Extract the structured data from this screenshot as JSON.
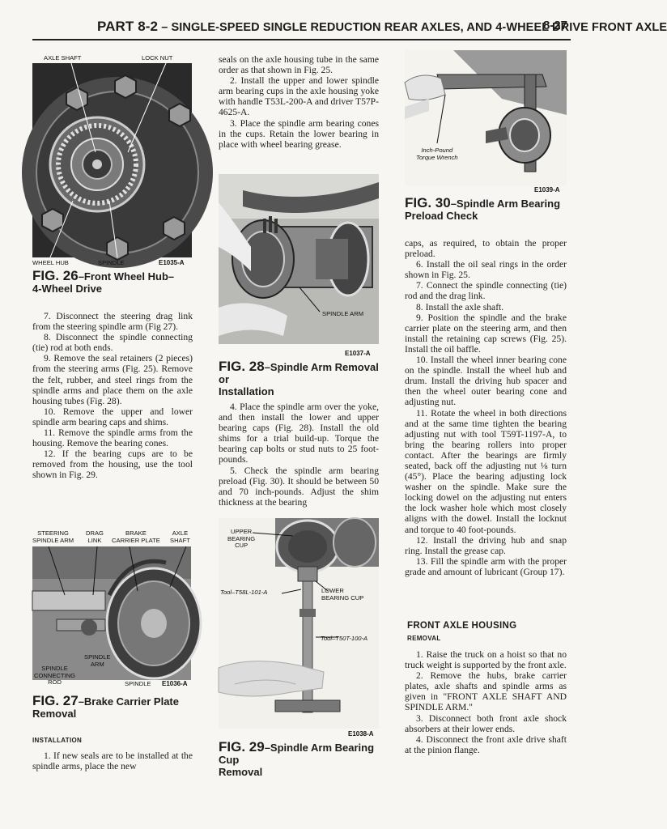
{
  "header": {
    "title_part": "PART 8-2",
    "title_rest": " – SINGLE-SPEED SINGLE REDUCTION REAR AXLES, AND 4-WHEEL DRIVE FRONT AXLE",
    "page_number": "8-27"
  },
  "fig26": {
    "label_axle_shaft": "AXLE SHAFT",
    "label_lock_nut": "LOCK NUT",
    "label_wheel_hub": "WHEEL HUB",
    "label_spindle": "SPINDLE",
    "code": "E1035-A",
    "caption_fig": "FIG. 26",
    "caption_line1": "–Front Wheel Hub–",
    "caption_line2": "4-Wheel Drive"
  },
  "col1": {
    "p7": "7. Disconnect the steering drag link from the steering spindle arm (Fig 27).",
    "p8": "8. Disconnect the spindle connecting (tie) rod at both ends.",
    "p9": "9. Remove the seal retainers (2 pieces) from the steering arms (Fig. 25). Remove the felt, rubber, and steel rings from the spindle arms and place them on the axle housing tubes (Fig. 28).",
    "p10": "10. Remove the upper and lower spindle arm bearing caps and shims.",
    "p11": "11. Remove the spindle arms from the housing. Remove the bearing cones.",
    "p12": "12. If the bearing cups are to be removed from the housing, use the tool shown in Fig. 29."
  },
  "fig27": {
    "label_steering_arm": "STEERING\nSPINDLE ARM",
    "label_drag_link": "DRAG\nLINK",
    "label_brake_plate": "BRAKE\nCARRIER PLATE",
    "label_axle_shaft": "AXLE\nSHAFT",
    "label_spindle_arm": "SPINDLE\nARM",
    "label_spindle_conn": "SPINDLE\nCONNECTING\nROD",
    "label_spindle": "SPINDLE",
    "code": "E1036-A",
    "caption_fig": "FIG. 27",
    "caption_line1": "–Brake Carrier Plate",
    "caption_line2": "Removal"
  },
  "install": {
    "heading": "INSTALLATION",
    "p1": "1. If new seals are to be installed at the spindle arms, place the new"
  },
  "col2": {
    "intro": "seals on the axle housing tube in the same order as that shown in Fig. 25.",
    "p2": "2. Install the upper and lower spindle arm bearing cups in the axle housing yoke with handle T53L-200-A and driver T57P-4625-A.",
    "p3": "3. Place the spindle arm bearing cones in the cups. Retain the lower bearing in place with wheel bearing grease.",
    "p4": "4. Place the spindle arm over the yoke, and then install the lower and upper bearing caps (Fig. 28). Install the old shims for a trial build-up. Torque the bearing cap bolts or stud nuts to 25 foot-pounds.",
    "p5": "5. Check the spindle arm bearing preload (Fig. 30). It should be between 50 and 70 inch-pounds. Adjust the shim thickness at the bearing"
  },
  "fig28": {
    "label_spindle_arm": "SPINDLE ARM",
    "code": "E1037-A",
    "caption_fig": "FIG. 28",
    "caption_line1": "–Spindle Arm Removal or",
    "caption_line2": "Installation"
  },
  "fig29": {
    "label_upper_cup": "UPPER\nBEARING\nCUP",
    "label_tool1": "Tool–T58L-101-A",
    "label_lower_cup": "LOWER\nBEARING CUP",
    "label_tool2": "Tool–T50T-100-A",
    "code": "E1038-A",
    "caption_fig": "FIG. 29",
    "caption_line1": "–Spindle Arm Bearing Cup",
    "caption_line2": "Removal"
  },
  "fig30": {
    "label_wrench": "Inch-Pound\nTorque Wrench",
    "code": "E1039-A",
    "caption_fig": "FIG. 30",
    "caption_line1": "–Spindle Arm Bearing",
    "caption_line2": "Preload Check"
  },
  "col3": {
    "intro": "caps, as required, to obtain the proper preload.",
    "p6": "6. Install the oil seal rings in the order shown in Fig. 25.",
    "p7": "7. Connect the spindle connecting (tie) rod and the drag link.",
    "p8": "8. Install the axle shaft.",
    "p9": "9. Position the spindle and the brake carrier plate on the steering arm, and then install the retaining cap screws (Fig. 25). Install the oil baffle.",
    "p10": "10. Install the wheel inner bearing cone on the spindle. Install the wheel hub and drum. Install the driving hub spacer and then the wheel outer bearing cone and adjusting nut.",
    "p11": "11. Rotate the wheel in both directions and at the same time tighten the bearing adjusting nut with tool T59T-1197-A, to bring the bearing rollers into proper contact. After the bearings are firmly seated, back off the adjusting nut ⅛ turn (45°). Place the bearing adjusting lock washer on the spindle. Make sure the locking dowel on the adjusting nut enters the lock washer hole which most closely aligns with the dowel. Install the locknut and torque to 40 foot-pounds.",
    "p12": "12. Install the driving hub and snap ring. Install the grease cap.",
    "p13": "13. Fill the spindle arm with the proper grade and amount of lubricant (Group 17).",
    "section_heading": "FRONT AXLE HOUSING",
    "section_sub": "REMOVAL",
    "r1": "1. Raise the truck on a hoist so that no truck weight is supported by the front axle.",
    "r2": "2. Remove the hubs, brake carrier plates, axle shafts and spindle arms as given in \"FRONT AXLE SHAFT AND SPINDLE ARM.\"",
    "r3": "3. Disconnect both front axle shock absorbers at their lower ends.",
    "r4": "4. Disconnect the front axle drive shaft at the pinion flange."
  }
}
